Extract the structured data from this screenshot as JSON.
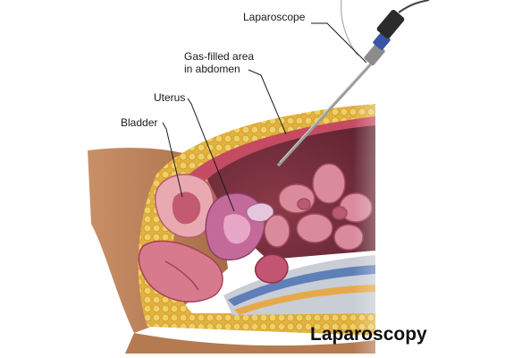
{
  "title": "Laparoscopy",
  "labels": {
    "laparoscope": "Laparoscope",
    "gas_line1": "Gas-filled area",
    "gas_line2": "in abdomen",
    "uterus": "Uterus",
    "bladder": "Bladder"
  },
  "colors": {
    "skin": "#b98259",
    "fat": "#e9c050",
    "muscle": "#c54b62",
    "cavity": "#7a2f3d",
    "intestine": "#d98a9b",
    "uterus": "#c46a9a",
    "bladder": "#e4a0a8",
    "bone": "#c9cdd6",
    "scope": "#8f8f8f"
  }
}
